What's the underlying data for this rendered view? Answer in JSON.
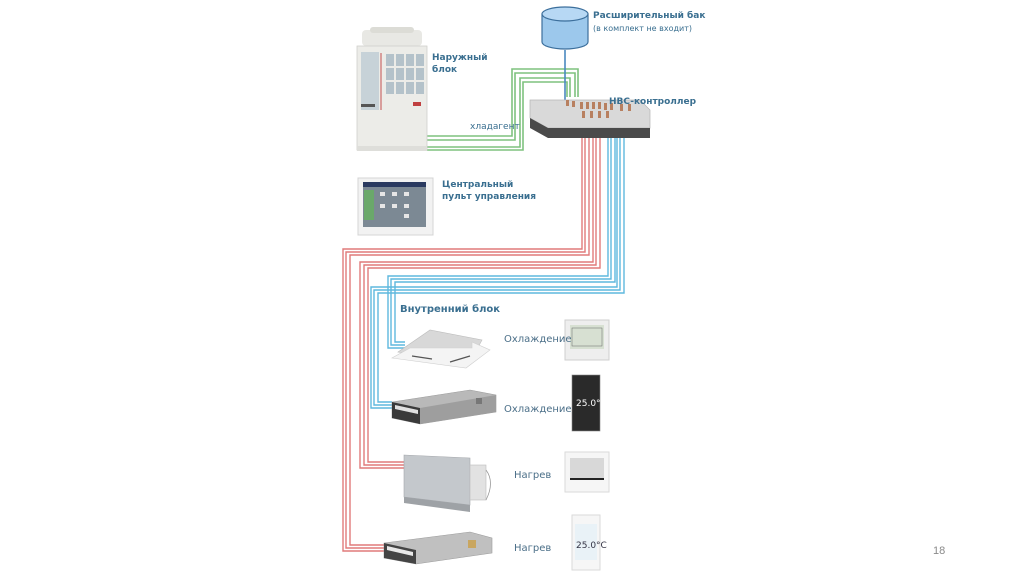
{
  "diagram": {
    "title": "VRF system with HBC controller",
    "expansion_tank": {
      "label": "Расширительный бак",
      "note": "(в комплект не входит)",
      "icon": "tank-icon",
      "color": "#9cc8ec"
    },
    "outdoor_unit": {
      "label_line1": "Наружный",
      "label_line2": "блок",
      "icon": "outdoor-unit-icon"
    },
    "refrigerant_line": {
      "label": "хладагент",
      "color": "#7ec27e"
    },
    "hbc_controller": {
      "label": "HBC-контроллер",
      "icon": "hbc-controller-icon"
    },
    "central_controller": {
      "label_line1": "Центральный",
      "label_line2": "пульт управления",
      "icon": "central-controller-icon"
    },
    "indoor_section": {
      "label": "Внутренний блок"
    },
    "water_lines": {
      "hot_color": "#e07a7a",
      "cold_color": "#5fb8de"
    },
    "indoor_units": [
      {
        "type": "cassette",
        "mode": "Охлаждение",
        "remote": "wired-remote-lcd",
        "icon": "cassette-unit-icon"
      },
      {
        "type": "ducted",
        "mode": "Охлаждение",
        "remote": "touch-remote-dark",
        "remote_display": "25.0°C",
        "icon": "ducted-unit-icon"
      },
      {
        "type": "floor-standing",
        "mode": "Нагрев",
        "remote": "wired-remote-lcd",
        "icon": "floor-unit-icon"
      },
      {
        "type": "ducted-slim",
        "mode": "Нагрев",
        "remote": "touch-remote-white",
        "remote_display": "25.0°C",
        "icon": "ducted-unit-icon"
      }
    ]
  },
  "page_number": "18"
}
